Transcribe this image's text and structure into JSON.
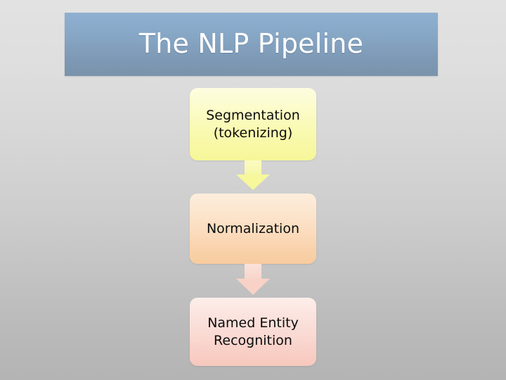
{
  "slide": {
    "title": "The NLP Pipeline",
    "background_top_color": "#e2e2e2",
    "background_bottom_color": "#b4b4b4"
  },
  "title_bar": {
    "text": "The NLP Pipeline",
    "text_color": "#ffffff",
    "gradient_top_color": "#8fb0d0",
    "gradient_bottom_color": "#7a93ac"
  },
  "pipeline": {
    "steps": [
      {
        "id": "segmentation",
        "line1": "Segmentation",
        "line2": "(tokenizing)",
        "fill_top_color": "#fdfde0",
        "fill_bottom_color": "#f6f698"
      },
      {
        "id": "normalization",
        "line1": "Normalization",
        "line2": "",
        "fill_top_color": "#fdeedd",
        "fill_bottom_color": "#f8cb9e"
      },
      {
        "id": "named-entity-recognition",
        "line1": "Named Entity",
        "line2": "Recognition",
        "fill_top_color": "#fdeeea",
        "fill_bottom_color": "#f7c8bd"
      }
    ],
    "connectors": [
      {
        "id": "segmentation-to-normalization",
        "icon": "arrow-down-icon",
        "color": "#f7f79c"
      },
      {
        "id": "normalization-to-ner",
        "icon": "arrow-down-icon",
        "color": "#f8d2c6"
      }
    ]
  }
}
